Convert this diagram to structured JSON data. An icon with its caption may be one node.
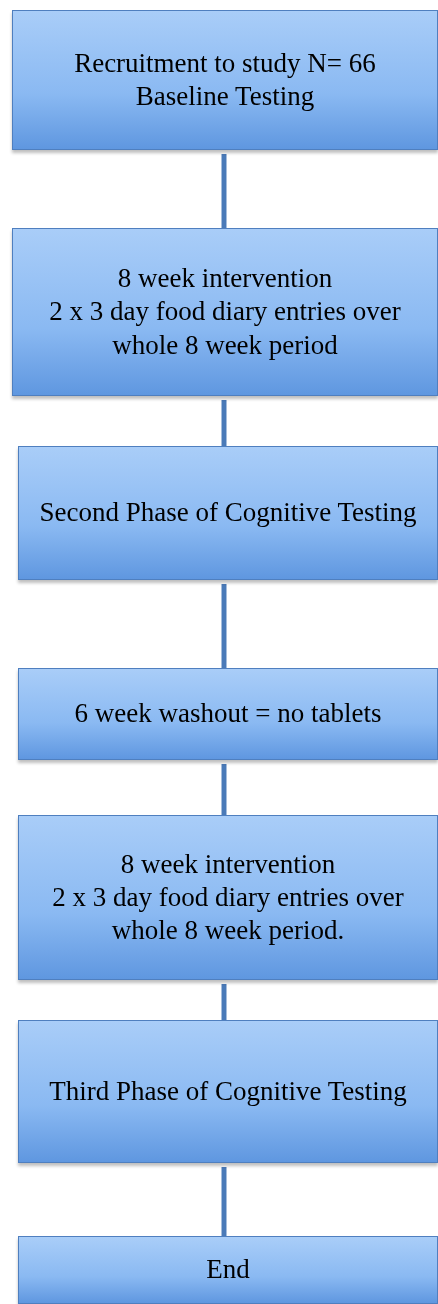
{
  "diagram": {
    "nodes": [
      {
        "text": [
          "Recruitment to study N= 66",
          "Baseline Testing"
        ]
      },
      {
        "text": [
          "8 week intervention",
          "2 x 3 day food diary entries over whole 8 week period"
        ]
      },
      {
        "text": [
          "Second Phase of Cognitive Testing"
        ]
      },
      {
        "text": [
          "6 week washout = no tablets"
        ]
      },
      {
        "text": [
          "8 week intervention",
          "2 x 3 day food diary entries over whole 8 week period."
        ]
      },
      {
        "text": [
          "Third Phase of Cognitive Testing"
        ]
      },
      {
        "text": [
          "End"
        ]
      }
    ],
    "edges": [
      {
        "from": 0,
        "to": 1,
        "arrow": "none"
      },
      {
        "from": 1,
        "to": 2,
        "arrow": "none"
      },
      {
        "from": 2,
        "to": 3,
        "arrow": "none"
      },
      {
        "from": 3,
        "to": 4,
        "arrow": "none"
      },
      {
        "from": 4,
        "to": 5,
        "arrow": "none"
      },
      {
        "from": 5,
        "to": 6,
        "arrow": "none"
      }
    ]
  }
}
